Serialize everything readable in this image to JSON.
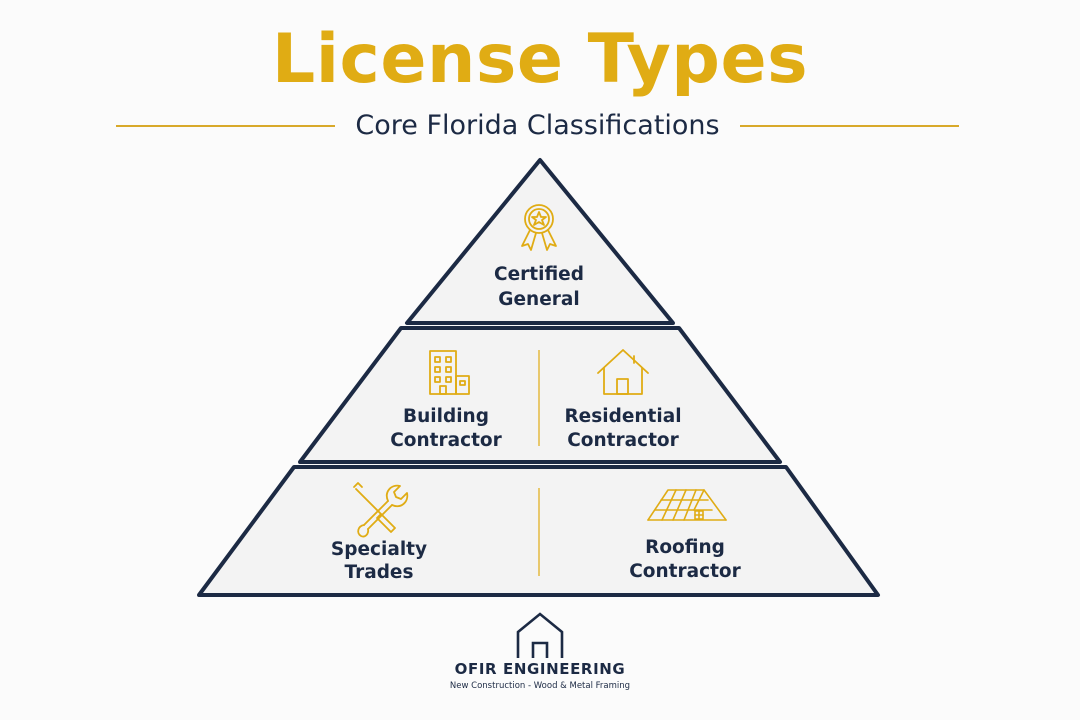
{
  "header": {
    "title": "License Types",
    "subtitle": "Core Florida Classifications"
  },
  "colors": {
    "gold": "#e0ac14",
    "navy": "#1c2a44",
    "panel_fill": "#f3f3f3",
    "background": "#fbfbfb"
  },
  "pyramid": {
    "top": {
      "icon": "award-ribbon-icon",
      "line1": "Certified",
      "line2": "General"
    },
    "middle": [
      {
        "icon": "building-icon",
        "line1": "Building",
        "line2": "Contractor"
      },
      {
        "icon": "house-icon",
        "line1": "Residential",
        "line2": "Contractor"
      }
    ],
    "bottom": [
      {
        "icon": "tools-icon",
        "line1": "Specialty",
        "line2": "Trades"
      },
      {
        "icon": "roof-tiles-icon",
        "line1": "Roofing",
        "line2": "Contractor"
      }
    ]
  },
  "logo": {
    "icon": "house-outline-logo-icon",
    "name": "OFIR ENGINEERING",
    "tagline": "New Construction - Wood & Metal Framing"
  }
}
